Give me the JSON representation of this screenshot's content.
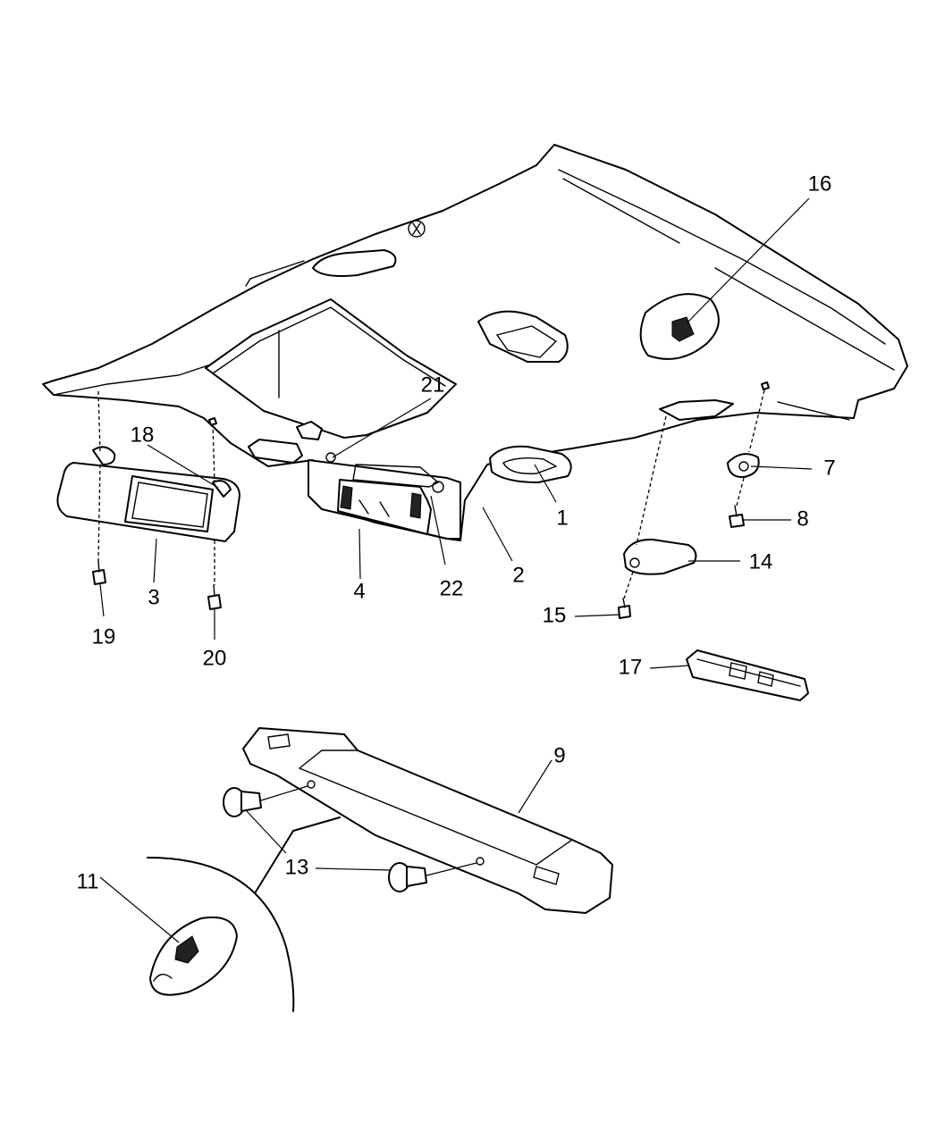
{
  "colors": {
    "line": "#000000",
    "background": "#ffffff"
  },
  "callouts": {
    "c1": "1",
    "c2": "2",
    "c3": "3",
    "c4": "4",
    "c7": "7",
    "c8": "8",
    "c9": "9",
    "c11": "11",
    "c13": "13",
    "c14": "14",
    "c15": "15",
    "c16": "16",
    "c17": "17",
    "c18": "18",
    "c19": "19",
    "c20": "20",
    "c21": "21",
    "c22": "22"
  }
}
